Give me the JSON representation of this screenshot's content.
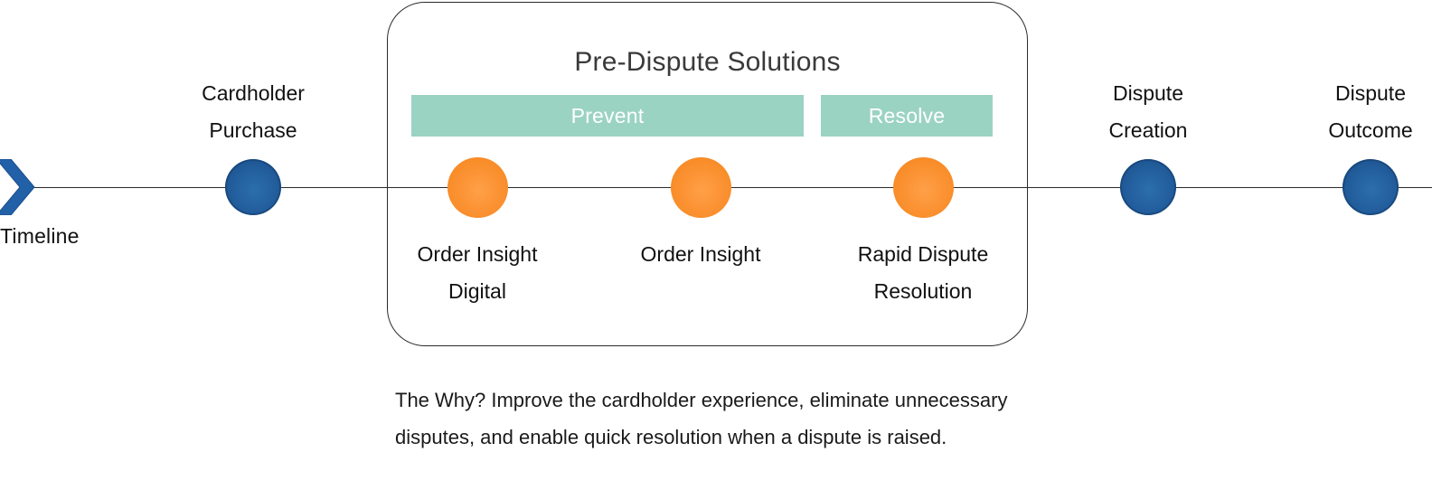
{
  "axis": {
    "label": "Timeline",
    "arrow_icon": "chevron-right-icon",
    "line_color": "#2b2b2b"
  },
  "colors": {
    "blue_node": "#235f9e",
    "orange_node": "#f78b25",
    "phase_bar": "#9bd3c3",
    "panel_border": "#2b2b2b",
    "title_text": "#3a3a3a",
    "bar_text": "#ffffff"
  },
  "panel": {
    "title": "Pre-Dispute Solutions",
    "phases": [
      {
        "label": "Prevent"
      },
      {
        "label": "Resolve"
      }
    ]
  },
  "milestones": [
    {
      "id": "cardholder-purchase",
      "type": "blue",
      "position": "above",
      "line1": "Cardholder",
      "line2": "Purchase"
    },
    {
      "id": "order-insight-digital",
      "type": "orange",
      "position": "below",
      "line1": "Order Insight",
      "line2": "Digital"
    },
    {
      "id": "order-insight",
      "type": "orange",
      "position": "below",
      "line1": "Order Insight",
      "line2": ""
    },
    {
      "id": "rapid-dispute-resolution",
      "type": "orange",
      "position": "below",
      "line1": "Rapid Dispute",
      "line2": "Resolution"
    },
    {
      "id": "dispute-creation",
      "type": "blue",
      "position": "above",
      "line1": "Dispute",
      "line2": "Creation"
    },
    {
      "id": "dispute-outcome",
      "type": "blue",
      "position": "above",
      "line1": "Dispute",
      "line2": "Outcome"
    }
  ],
  "caption": {
    "text": "The Why? Improve the cardholder experience, eliminate unnecessary disputes, and enable quick resolution when a dispute is raised."
  }
}
